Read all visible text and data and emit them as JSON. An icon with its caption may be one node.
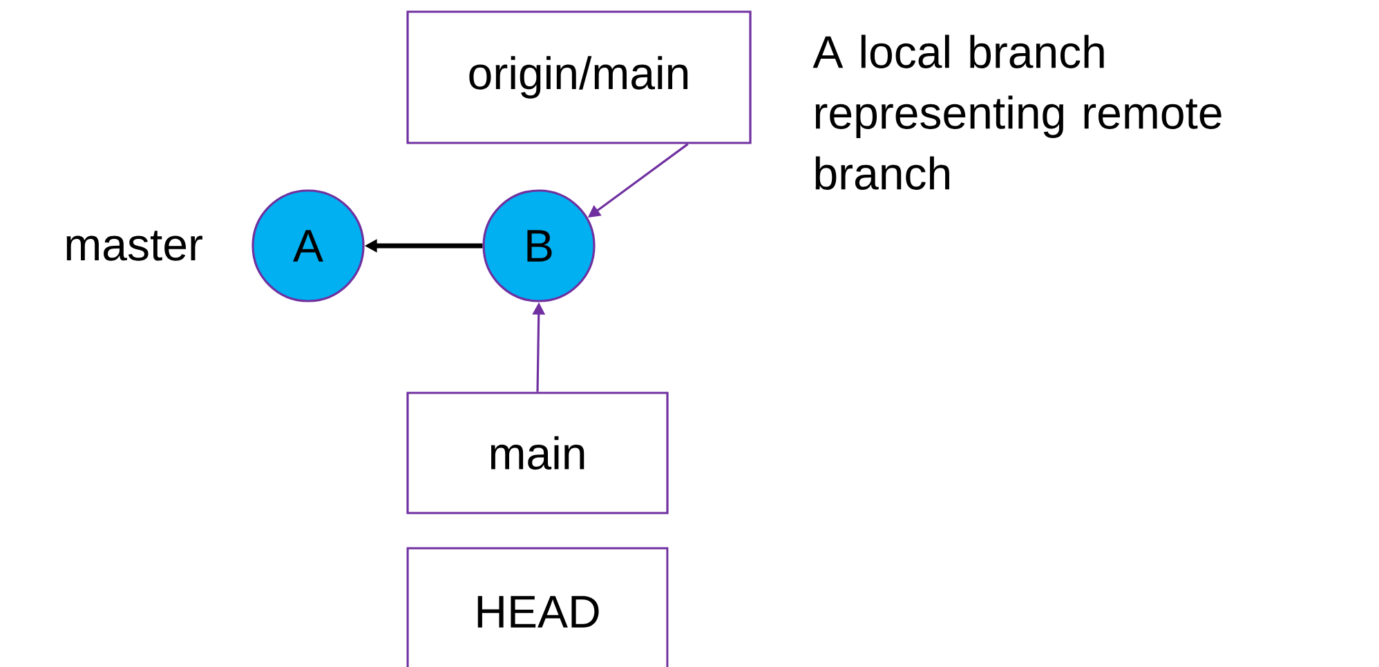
{
  "diagram": {
    "nodes": [
      {
        "text": [
          "origin/main"
        ]
      },
      {
        "text": [
          "A"
        ],
        "beside": [
          "master"
        ]
      },
      {
        "text": [
          "B"
        ]
      },
      {
        "text": [
          "main"
        ]
      },
      {
        "text": [
          "HEAD"
        ]
      }
    ],
    "edges": [
      {
        "from": 2,
        "to": 1,
        "arrow": "to",
        "style": "thick",
        "color": "#000000"
      },
      {
        "from": 0,
        "to": 2,
        "arrow": "to"
      },
      {
        "from": 3,
        "to": 2,
        "arrow": "to"
      }
    ],
    "labels": [
      "A local branch representing remote branch"
    ]
  }
}
